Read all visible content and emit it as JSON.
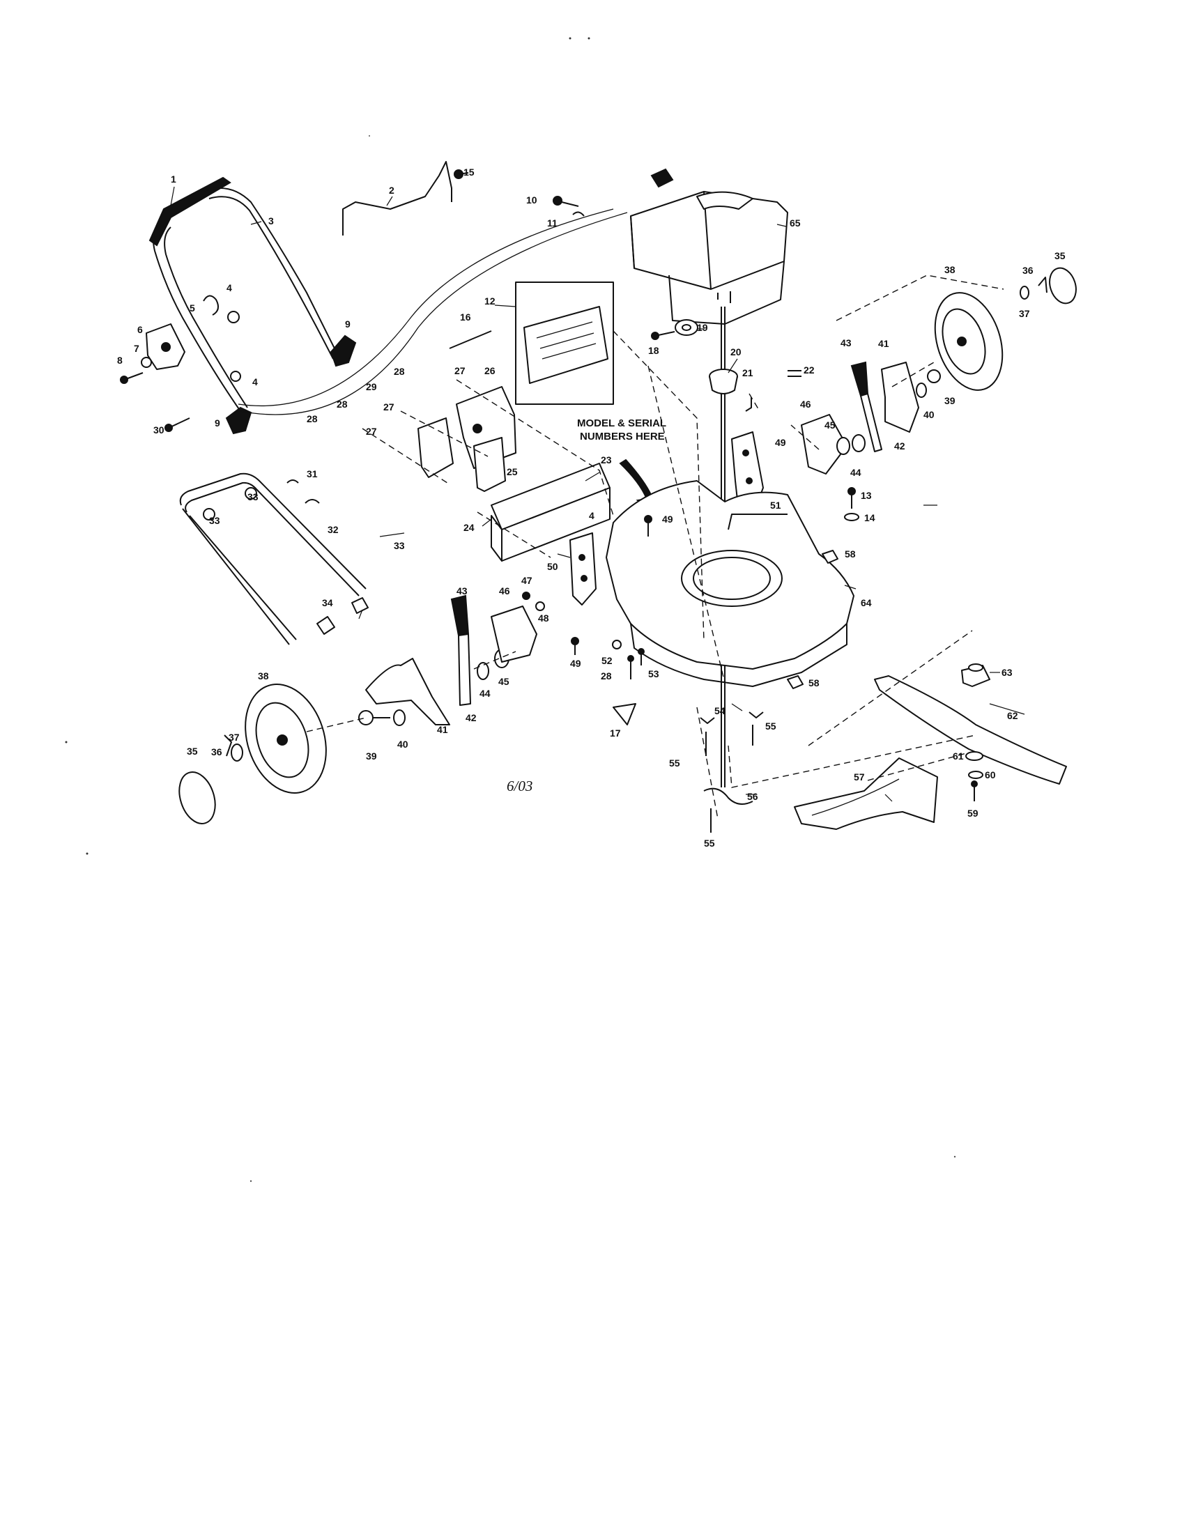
{
  "diagram": {
    "date_mark": "6/03",
    "model_serial_note": [
      "MODEL & SERIAL",
      "NUMBERS HERE"
    ],
    "callouts": {
      "c1": "1",
      "c2": "2",
      "c3": "3",
      "c4a": "4",
      "c4b": "4",
      "c4c": "4",
      "c5": "5",
      "c6": "6",
      "c7": "7",
      "c8": "8",
      "c9a": "9",
      "c9b": "9",
      "c10": "10",
      "c11": "11",
      "c12": "12",
      "c13": "13",
      "c14": "14",
      "c15": "15",
      "c16": "16",
      "c17": "17",
      "c18": "18",
      "c19": "19",
      "c20": "20",
      "c21": "21",
      "c22": "22",
      "c23": "23",
      "c24": "24",
      "c25": "25",
      "c26": "26",
      "c27a": "27",
      "c27b": "27",
      "c27c": "27",
      "c28a": "28",
      "c28b": "28",
      "c28c": "28",
      "c28d": "28",
      "c29": "29",
      "c30": "30",
      "c31": "31",
      "c32": "32",
      "c33a": "33",
      "c33b": "33",
      "c33c": "33",
      "c34": "34",
      "c35a": "35",
      "c35b": "35",
      "c36a": "36",
      "c36b": "36",
      "c37a": "37",
      "c37b": "37",
      "c38a": "38",
      "c38b": "38",
      "c39a": "39",
      "c39b": "39",
      "c40a": "40",
      "c40b": "40",
      "c41a": "41",
      "c41b": "41",
      "c42a": "42",
      "c42b": "42",
      "c43a": "43",
      "c43b": "43",
      "c44a": "44",
      "c44b": "44",
      "c45a": "45",
      "c45b": "45",
      "c46a": "46",
      "c46b": "46",
      "c47": "47",
      "c48": "48",
      "c49a": "49",
      "c49b": "49",
      "c49c": "49",
      "c50": "50",
      "c51": "51",
      "c52": "52",
      "c53": "53",
      "c54": "54",
      "c55a": "55",
      "c55b": "55",
      "c55c": "55",
      "c56": "56",
      "c57": "57",
      "c58a": "58",
      "c58b": "58",
      "c59": "59",
      "c60": "60",
      "c61": "61",
      "c62": "62",
      "c63": "63",
      "c64": "64",
      "c65": "65"
    }
  }
}
